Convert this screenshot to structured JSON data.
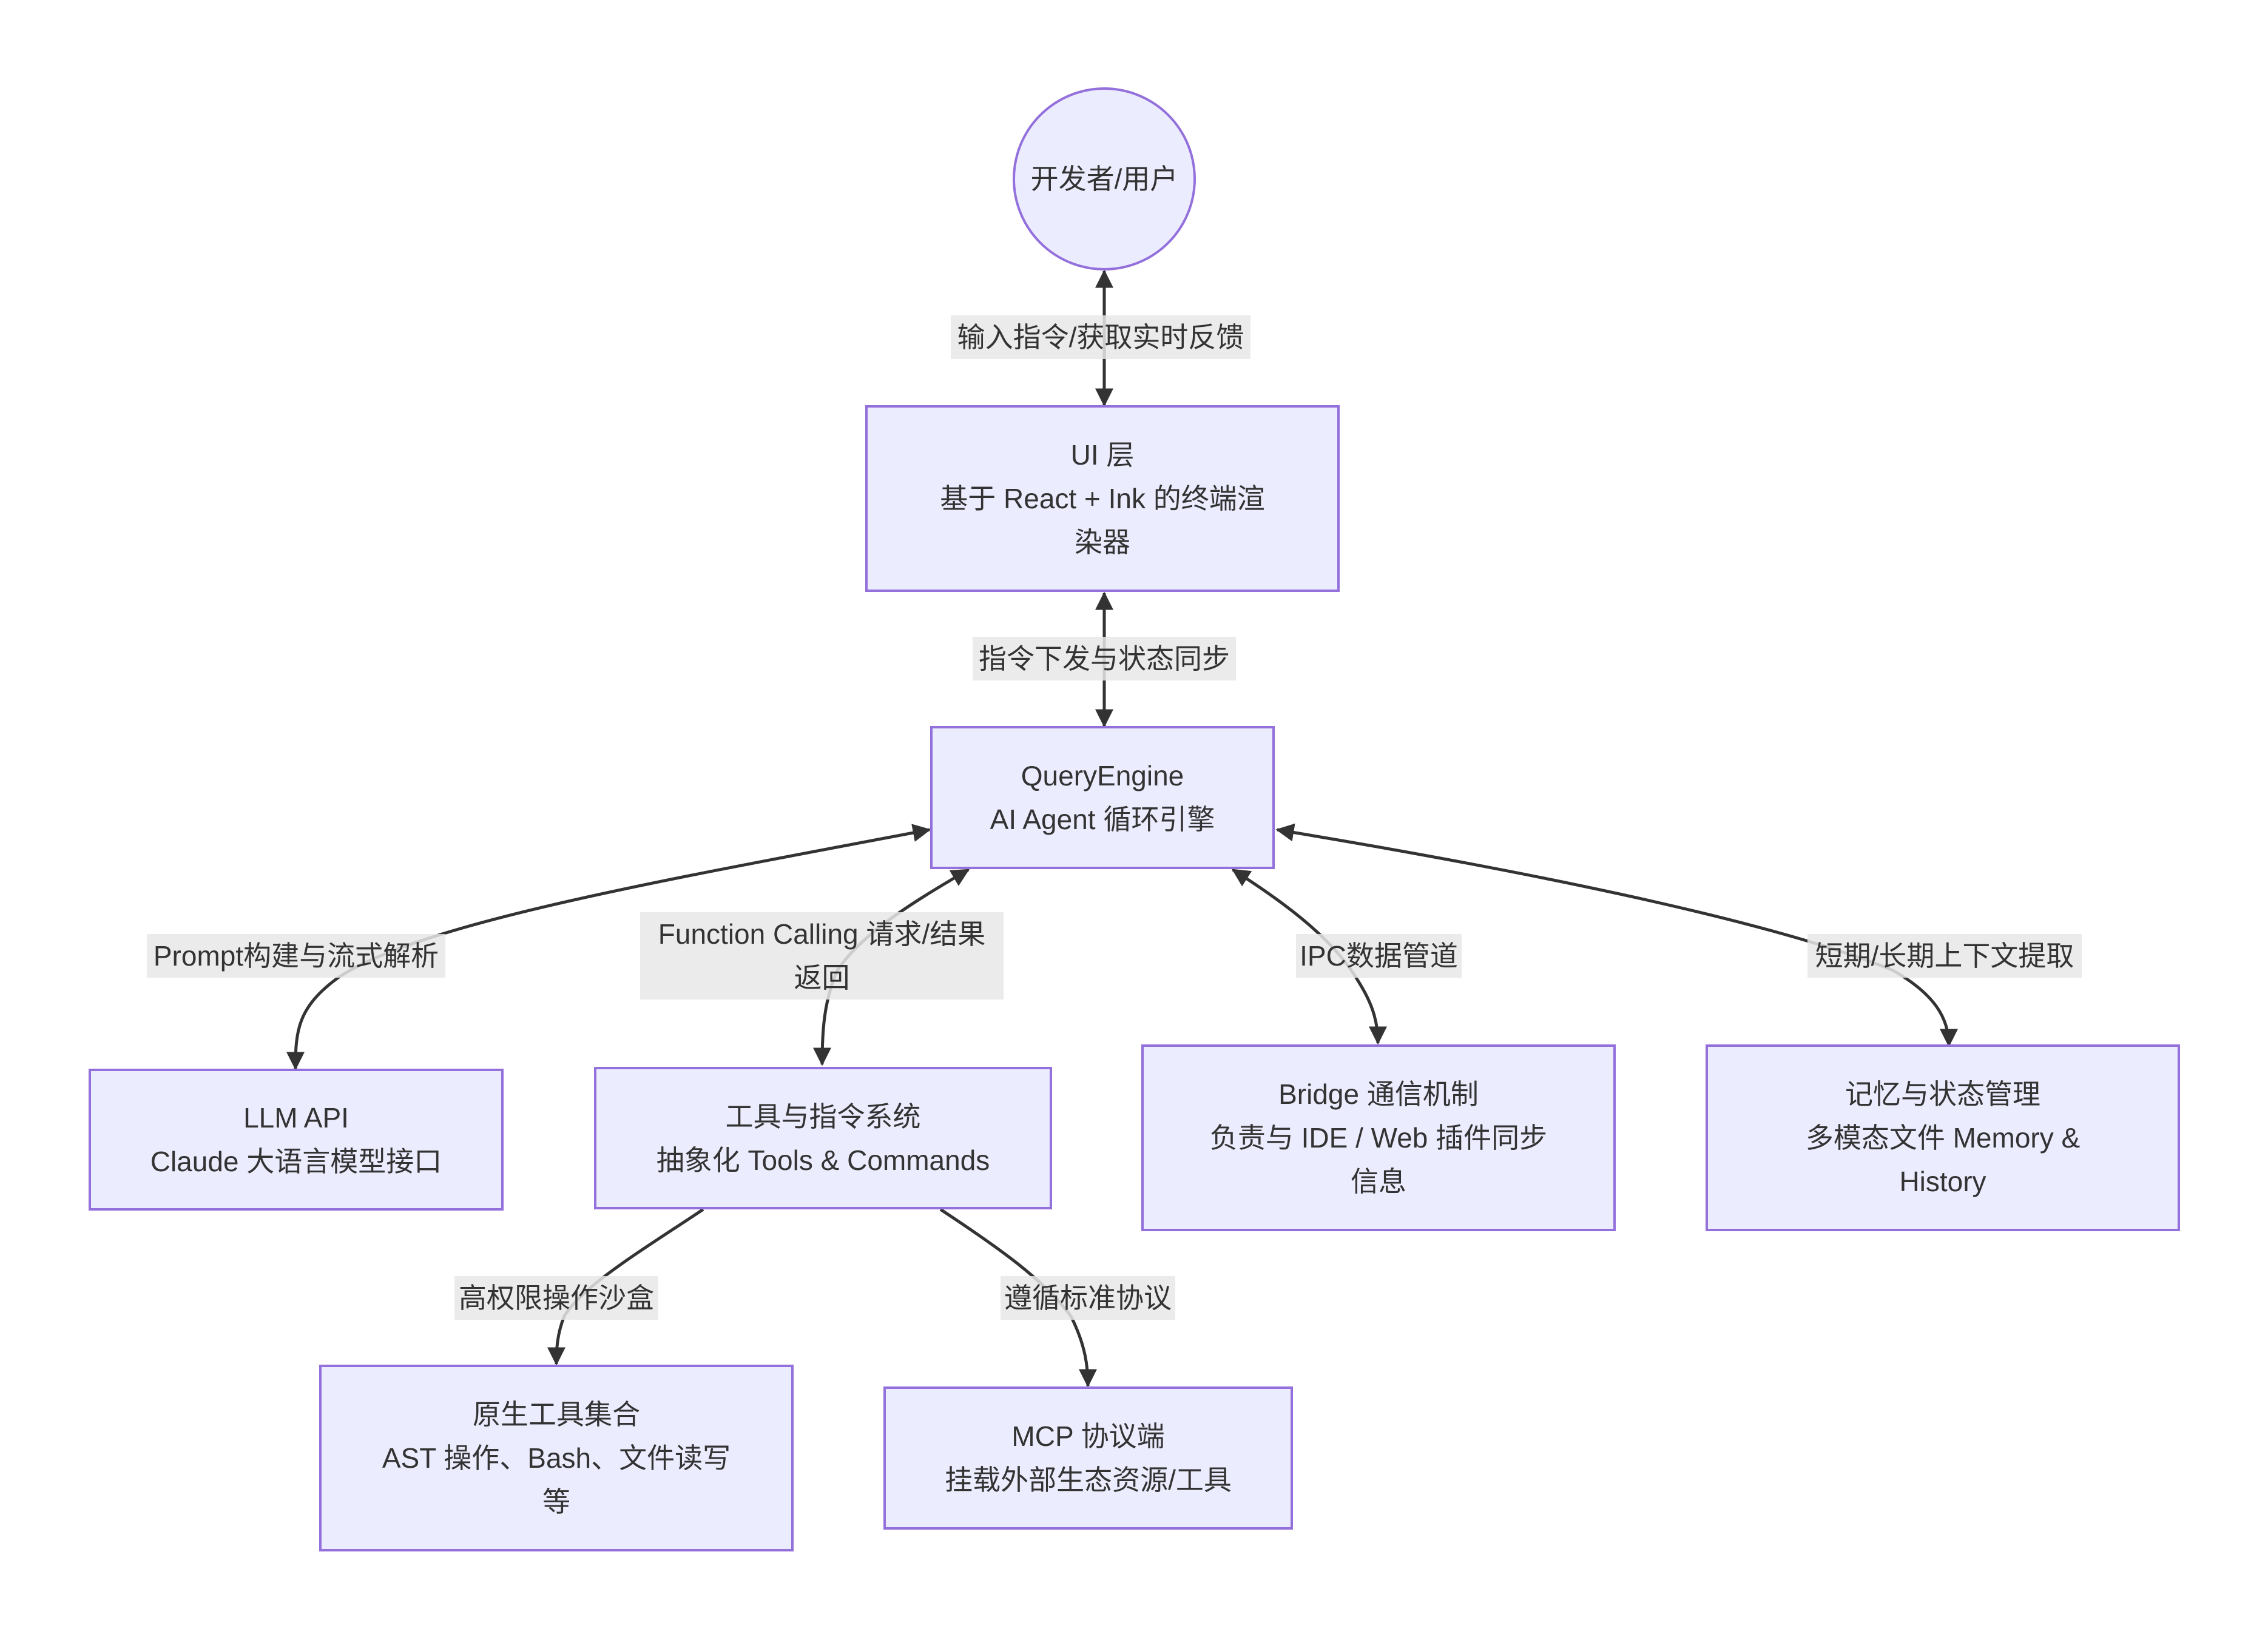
{
  "diagram": {
    "type": "flowchart",
    "colors": {
      "node_fill": "#ECECFF",
      "node_stroke": "#9370DB",
      "edge": "#333333",
      "label_bg": "#E8E8E8",
      "text": "#333333"
    },
    "nodes": {
      "user": {
        "lines": [
          "开发者/用户"
        ]
      },
      "ui": {
        "lines": [
          "UI 层",
          "基于 React + Ink 的终端渲",
          "染器"
        ]
      },
      "query_engine": {
        "lines": [
          "QueryEngine",
          "AI Agent 循环引擎"
        ]
      },
      "llm": {
        "lines": [
          "LLM API",
          "Claude 大语言模型接口"
        ]
      },
      "tools": {
        "lines": [
          "工具与指令系统",
          "抽象化 Tools & Commands"
        ]
      },
      "bridge": {
        "lines": [
          "Bridge 通信机制",
          "负责与 IDE / Web 插件同步",
          "信息"
        ]
      },
      "memory": {
        "lines": [
          "记忆与状态管理",
          "多模态文件 Memory &",
          "History"
        ]
      },
      "native_tools": {
        "lines": [
          "原生工具集合",
          "AST 操作、Bash、文件读写",
          "等"
        ]
      },
      "mcp": {
        "lines": [
          "MCP 协议端",
          "挂载外部生态资源/工具"
        ]
      }
    },
    "edges": {
      "user_ui": {
        "from": "user",
        "to": "ui",
        "direction": "both",
        "lines": [
          "输入指令/获取实时反馈"
        ]
      },
      "ui_qe": {
        "from": "ui",
        "to": "query_engine",
        "direction": "both",
        "lines": [
          "指令下发与状态同步"
        ]
      },
      "qe_llm": {
        "from": "query_engine",
        "to": "llm",
        "direction": "both",
        "lines": [
          "Prompt构建与流式解析"
        ]
      },
      "qe_tools": {
        "from": "query_engine",
        "to": "tools",
        "direction": "both",
        "lines": [
          "Function Calling 请求/结果",
          "返回"
        ]
      },
      "qe_bridge": {
        "from": "query_engine",
        "to": "bridge",
        "direction": "both",
        "lines": [
          "IPC数据管道"
        ]
      },
      "qe_memory": {
        "from": "query_engine",
        "to": "memory",
        "direction": "both",
        "lines": [
          "短期/长期上下文提取"
        ]
      },
      "tools_native": {
        "from": "tools",
        "to": "native_tools",
        "direction": "forward",
        "lines": [
          "高权限操作沙盒"
        ]
      },
      "tools_mcp": {
        "from": "tools",
        "to": "mcp",
        "direction": "forward",
        "lines": [
          "遵循标准协议"
        ]
      }
    }
  }
}
